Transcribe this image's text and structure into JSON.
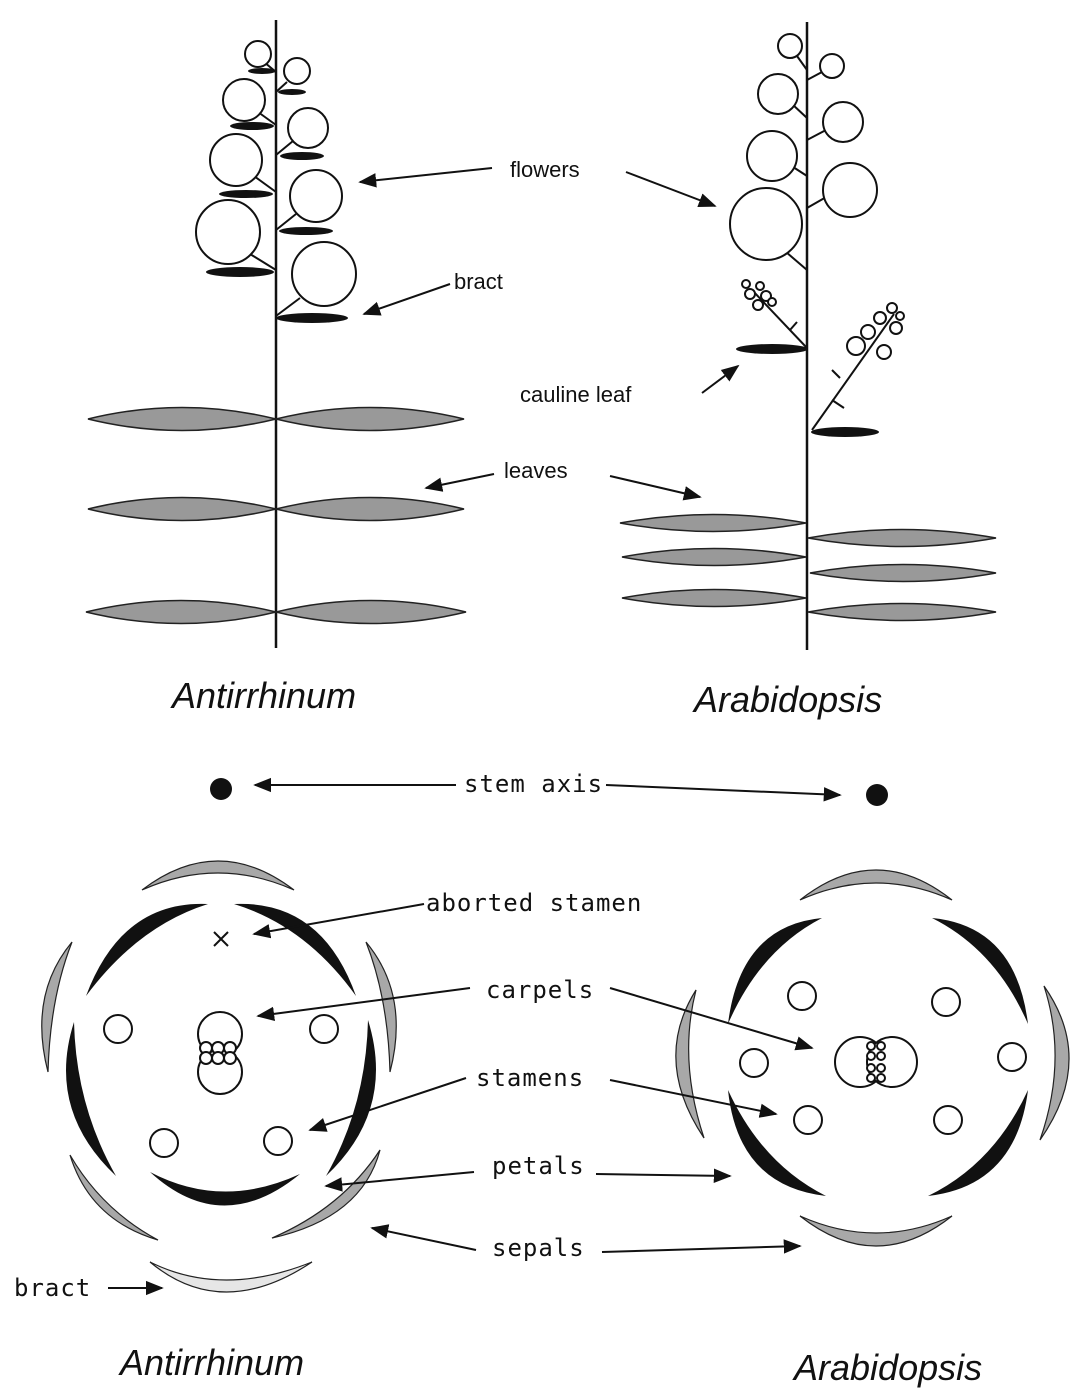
{
  "inflorescence": {
    "left_title": "Antirrhinum",
    "right_title": "Arabidopsis",
    "labels": {
      "flowers": "flowers",
      "bract": "bract",
      "cauline_leaf": "cauline leaf",
      "leaves": "leaves"
    }
  },
  "floral_diagram": {
    "left_title": "Antirrhinum",
    "right_title": "Arabidopsis",
    "labels": {
      "stem_axis": "stem axis",
      "aborted_stamen": "aborted stamen",
      "carpels": "carpels",
      "stamens": "stamens",
      "petals": "petals",
      "sepals": "sepals",
      "bract": "bract"
    }
  },
  "colors": {
    "leaf_fill": "#999999",
    "sepal_fill": "#a8a8a8",
    "petal_fill": "#111111",
    "bract_fill": "#e6e6e6"
  }
}
